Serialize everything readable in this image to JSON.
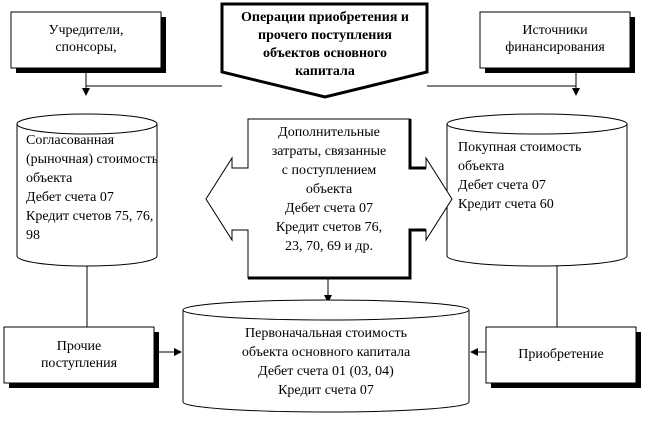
{
  "founders": {
    "line1": "Учредители,",
    "line2": "спонсоры,"
  },
  "operations": {
    "line1": "Операции приобретения и",
    "line2": "прочего поступления",
    "line3": "объектов основного",
    "line4": "капитала"
  },
  "sources": {
    "line1": "Источники",
    "line2": "финансирования"
  },
  "agreed_value": {
    "line1": "Согласованная",
    "line2": "(рыночная)  стоимость",
    "line3": "объекта",
    "line4": "Дебет счета 07",
    "line5": "Кредит счетов 75, 76,",
    "line6": "98"
  },
  "additional_costs": {
    "line1": "Дополнительные",
    "line2": "затраты, связанные",
    "line3": "с поступлением",
    "line4": "объекта",
    "line5": "Дебет счета 07",
    "line6": "Кредит счетов 76,",
    "line7": "23, 70, 69 и др."
  },
  "purchase_value": {
    "line1": "Покупная стоимость",
    "line2": "объекта",
    "line3": "Дебет счета 07",
    "line4": "Кредит счета 60"
  },
  "other_receipts": {
    "line1": "Прочие",
    "line2": "поступления"
  },
  "initial_value": {
    "line1": "Первоначальная стоимость",
    "line2": "объекта основного капитала",
    "line3": "Дебет счета 01 (03, 04)",
    "line4": "Кредит счета 07"
  },
  "acquisition": {
    "line1": "Приобретение"
  }
}
